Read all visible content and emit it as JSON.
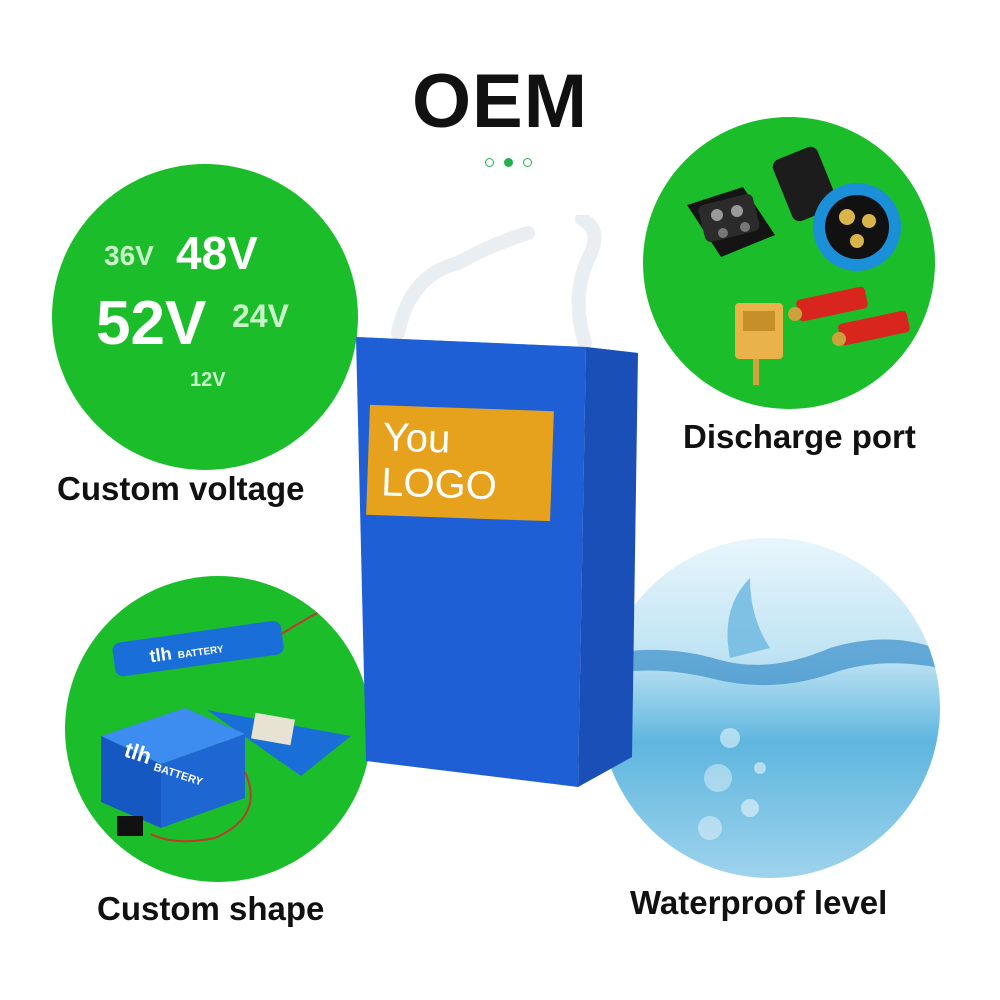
{
  "title": "OEM",
  "pager": {
    "count": 3,
    "active": 1
  },
  "voltage": {
    "caption": "Custom voltage",
    "values": [
      "36V",
      "48V",
      "52V",
      "24V",
      "12V"
    ]
  },
  "discharge": {
    "caption": "Discharge port"
  },
  "shape": {
    "caption": "Custom shape",
    "brand": "tlh",
    "brand_sub": "BATTERY"
  },
  "waterproof": {
    "caption": "Waterproof level"
  },
  "battery": {
    "logo_text": "You LOGO"
  },
  "colors": {
    "accent_green": "#1cbd2a",
    "battery_blue": "#1f5fd6",
    "logo_orange": "#e7a21d"
  }
}
